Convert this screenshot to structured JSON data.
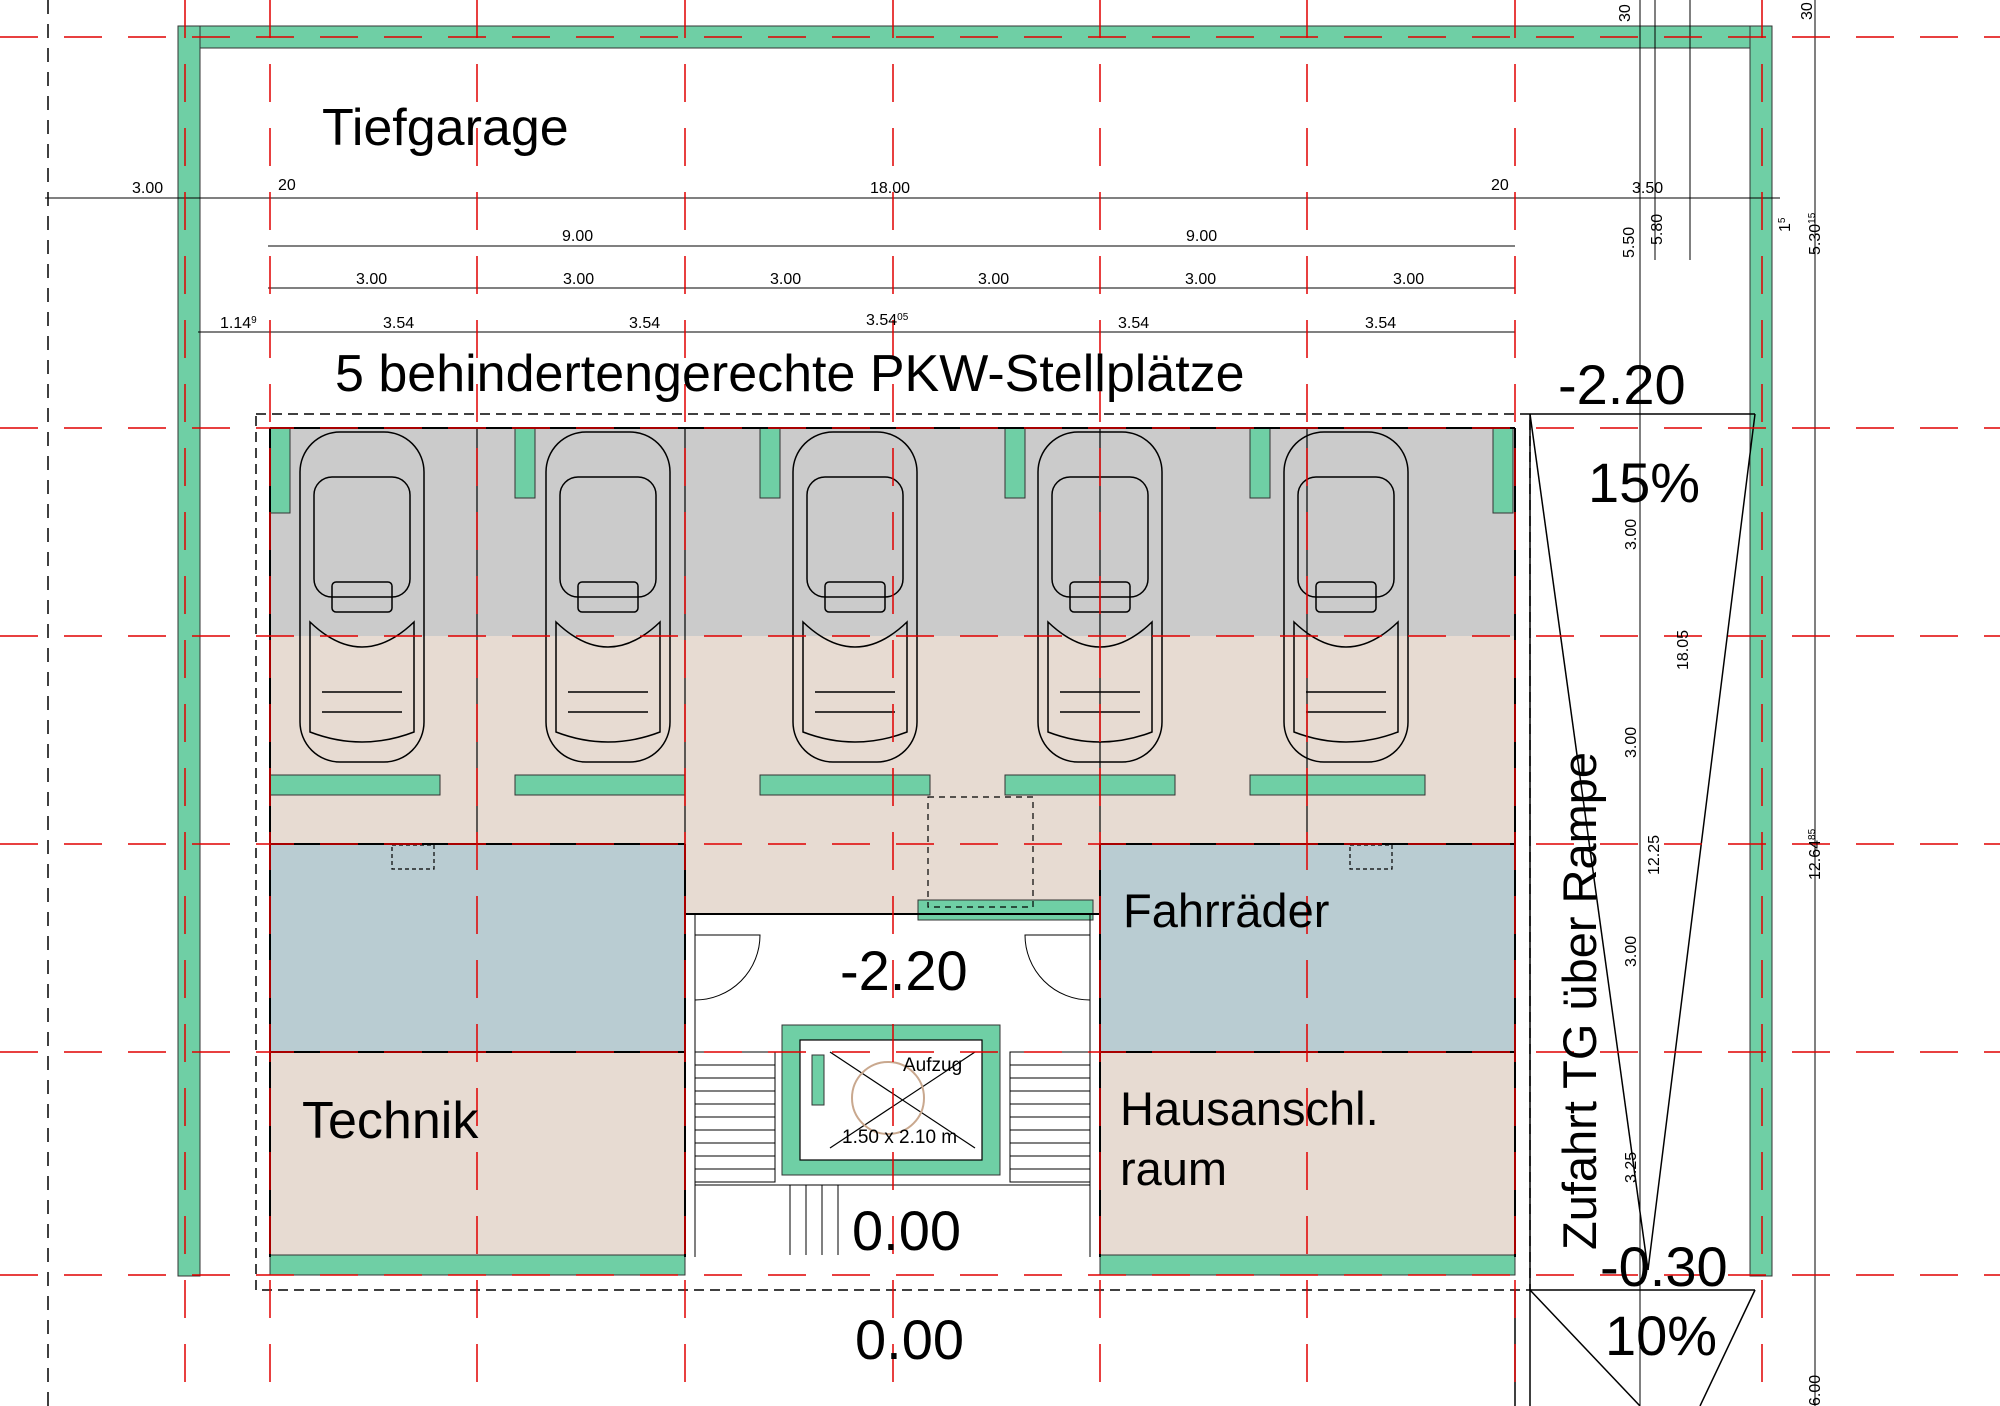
{
  "labels": {
    "title": "Tiefgarage",
    "parking": "5 behindertengerechte PKW-Stellplätze",
    "level_ramp_top": "-2.20",
    "ramp_slope": "15%",
    "ramp_access": "Zufahrt TG über Rampe",
    "bikes": "Fahrräder",
    "level_lobby": "-2.20",
    "technik": "Technik",
    "hausanschl_1": "Hausanschl.",
    "hausanschl_2": "raum",
    "lift": "Aufzug",
    "lift_size": "1.50 x 2.10 m",
    "level_stair": "0.00",
    "level_entrance": "0.00",
    "level_ramp_bottom": "-0.30",
    "ramp_slope_2": "10%"
  },
  "dims_row1": {
    "left": "3.00",
    "gap_left": "20",
    "main": "18.00",
    "gap_right": "20",
    "right": "3.50"
  },
  "dims_row2": [
    "9.00",
    "9.00"
  ],
  "dims_row3": [
    "3.00",
    "3.00",
    "3.00",
    "3.00",
    "3.00",
    "3.00"
  ],
  "dims_row4": [
    "1.14",
    "3.54",
    "3.54",
    "3.54",
    "3.54",
    "3.54"
  ],
  "dims_row4_sup": [
    "9",
    "05"
  ],
  "dims_vertical": {
    "top_30": "30",
    "top_30_right": "30",
    "v_550": "5.50",
    "v_580": "5.80",
    "v_530": "5.30",
    "v_530_sup": "15",
    "v_15": "1",
    "v_15_sup": "5",
    "v_300a": "3.00",
    "v_1805": "18.05",
    "v_300b": "3.00",
    "v_1225": "12.25",
    "v_1264": "12.64",
    "v_1264_sup": "85",
    "v_300c": "3.00",
    "v_325": "3.25",
    "v_600": "6.00"
  },
  "colors": {
    "wall": "#6fcfa5",
    "parking_gray": "#cbcbcb",
    "floor_beige": "#e7dbd2",
    "bike_blue": "#b9ccd2",
    "gridline": "#e00000"
  }
}
